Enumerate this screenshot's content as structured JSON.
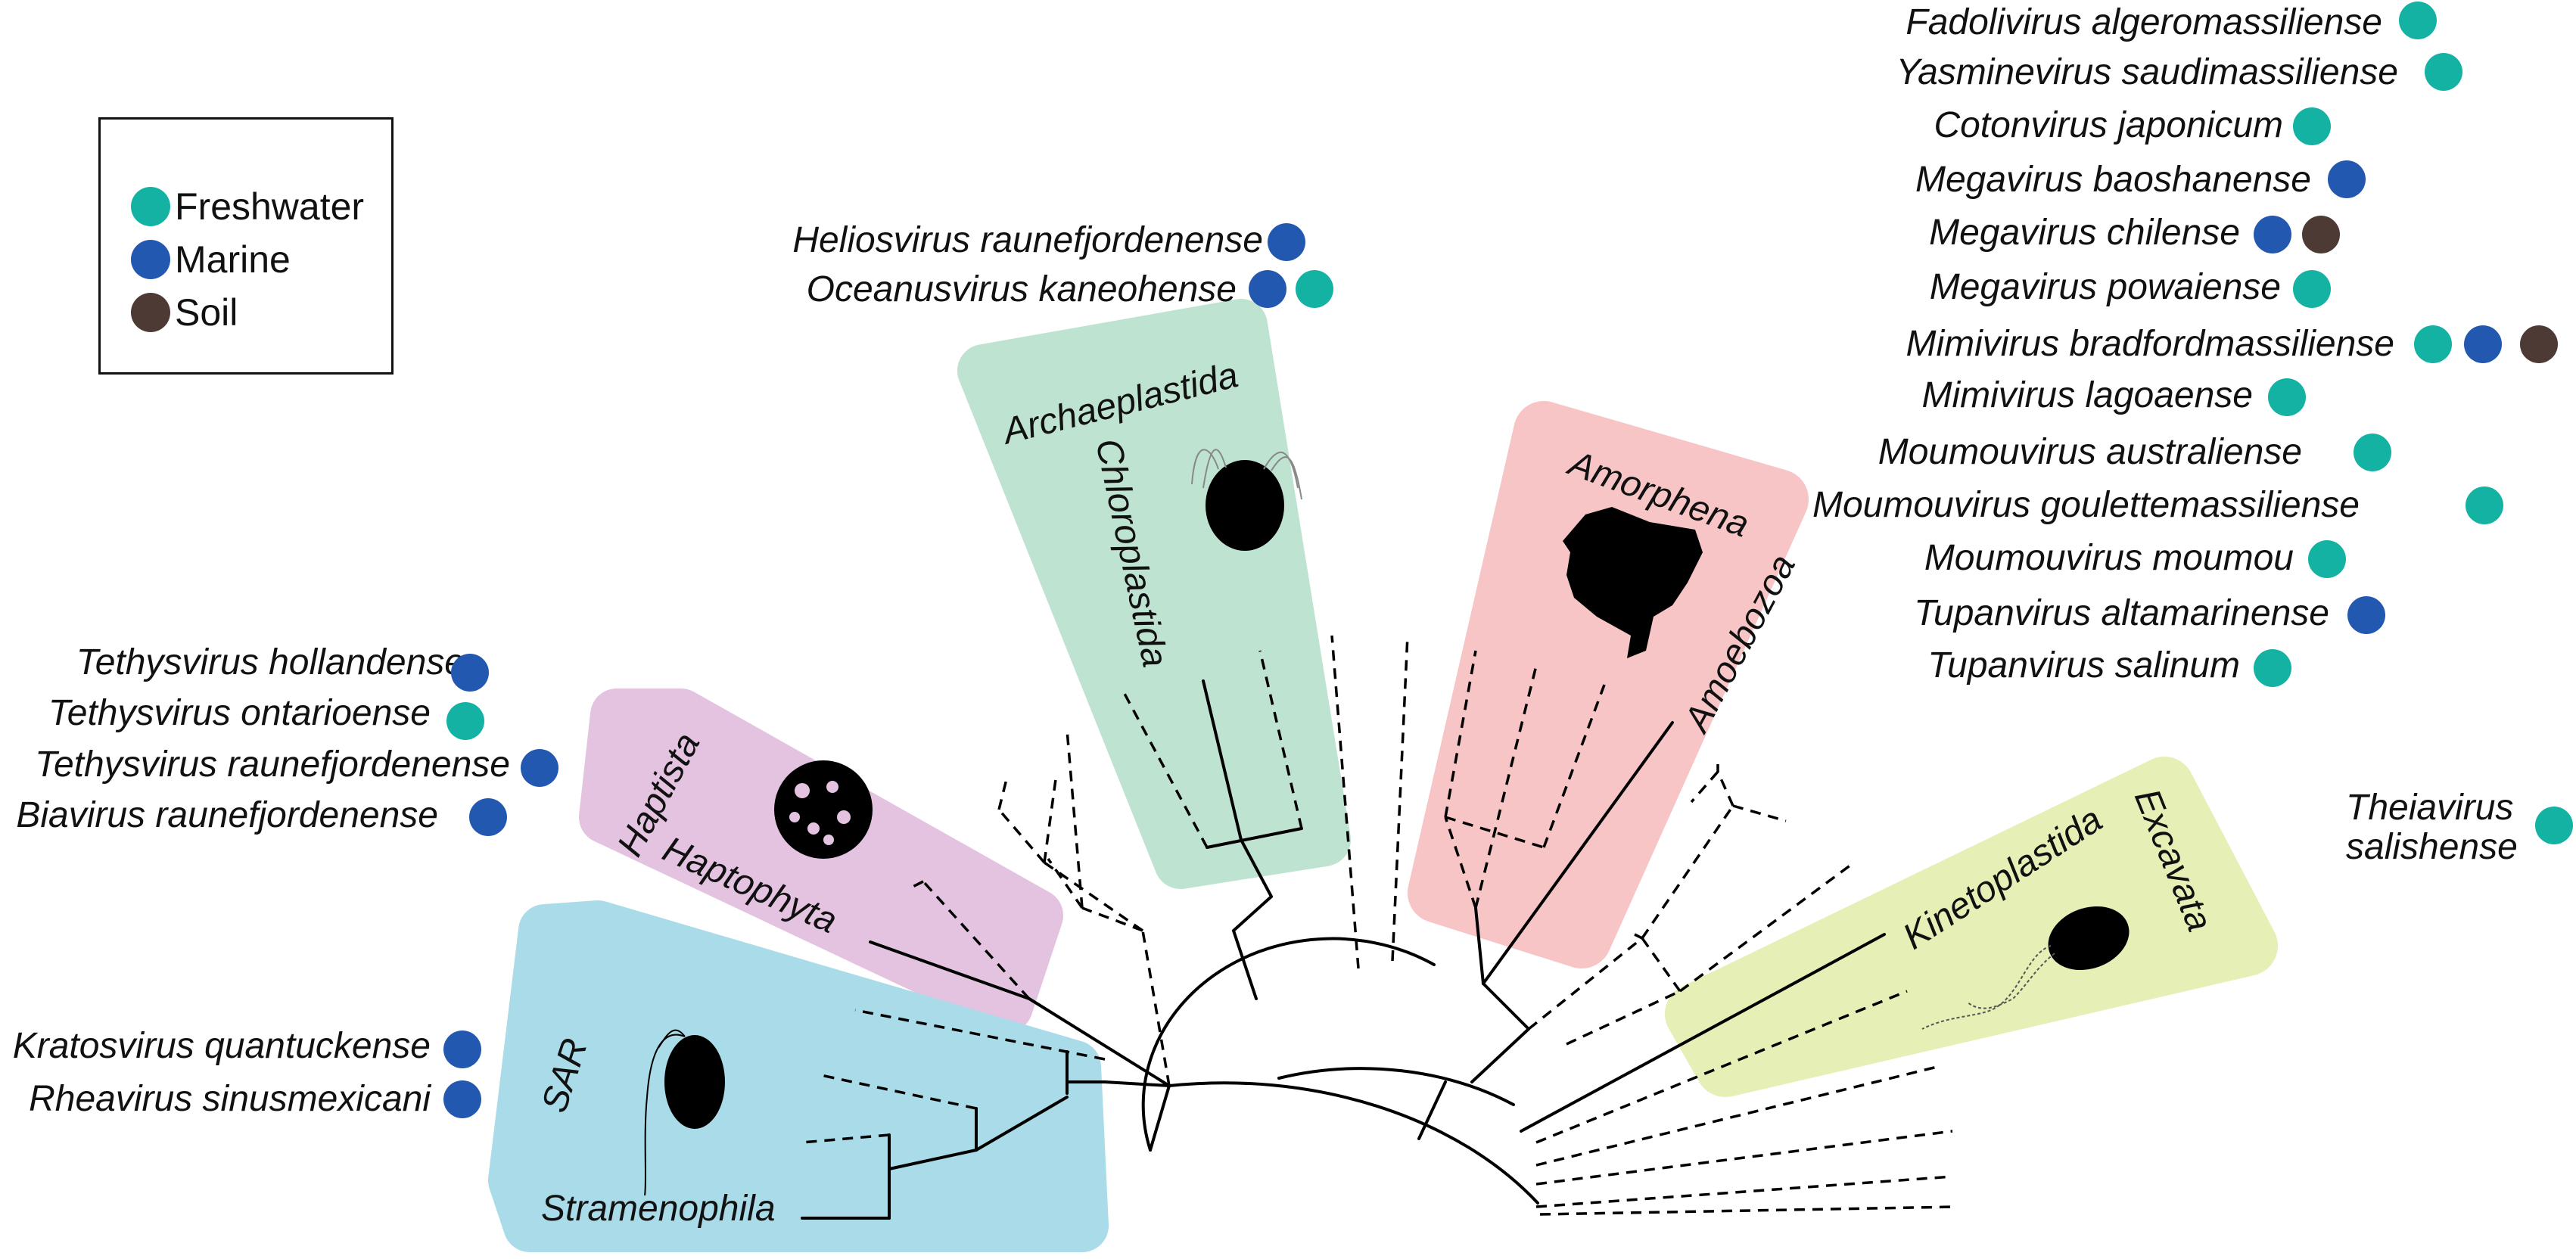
{
  "legend": {
    "items": [
      {
        "label": "Freshwater",
        "color": "#14b2a3"
      },
      {
        "label": "Marine",
        "color": "#2358b0"
      },
      {
        "label": "Soil",
        "color": "#4e3a34"
      }
    ]
  },
  "clades": {
    "archaeplastida": "Archaeplastida",
    "chloroplastida": "Chloroplastida",
    "amorphea": "Amorphena",
    "amoebozoa": "Amoebozoa",
    "haptista": "Haptista",
    "haptophyta": "Haptophyta",
    "sar": "SAR",
    "stramenophila": "Stramenophila",
    "excavata": "Excavata",
    "kinetoplastida": "Kinetoplastida"
  },
  "groups": {
    "haptophyta_viruses": [
      {
        "name": "Tethysvirus hollandense",
        "habitats": [
          "Marine"
        ]
      },
      {
        "name": "Tethysvirus ontarioense",
        "habitats": [
          "Freshwater"
        ]
      },
      {
        "name": "Tethysvirus raunefjordenense",
        "habitats": [
          "Marine"
        ]
      },
      {
        "name": "Biavirus raunefjordenense",
        "habitats": [
          "Marine"
        ]
      }
    ],
    "sar_viruses": [
      {
        "name": "Kratosvirus quantuckense",
        "habitats": [
          "Marine"
        ]
      },
      {
        "name": "Rheavirus sinusmexicani",
        "habitats": [
          "Marine"
        ]
      }
    ],
    "chloroplastida_viruses": [
      {
        "name": "Heliosvirus raunefjordenense",
        "habitats": [
          "Marine"
        ]
      },
      {
        "name": "Oceanusvirus kaneohense",
        "habitats": [
          "Marine",
          "Freshwater"
        ]
      }
    ],
    "amoebozoa_viruses": [
      {
        "name": "Fadolivirus algeromassiliense",
        "habitats": [
          "Freshwater"
        ]
      },
      {
        "name": "Yasminevirus saudimassiliense",
        "habitats": [
          "Freshwater"
        ]
      },
      {
        "name": "Cotonvirus japonicum",
        "habitats": [
          "Freshwater"
        ]
      },
      {
        "name": "Megavirus baoshanense",
        "habitats": [
          "Marine"
        ]
      },
      {
        "name": "Megavirus chilense",
        "habitats": [
          "Marine",
          "Soil"
        ]
      },
      {
        "name": "Megavirus powaiense",
        "habitats": [
          "Freshwater"
        ]
      },
      {
        "name": "Mimivirus bradfordmassiliense",
        "habitats": [
          "Freshwater",
          "Marine",
          "Soil"
        ]
      },
      {
        "name": "Mimivirus lagoaense",
        "habitats": [
          "Freshwater"
        ]
      },
      {
        "name": "Moumouvirus australiense",
        "habitats": [
          "Freshwater"
        ]
      },
      {
        "name": "Moumouvirus goulettemassiliense",
        "habitats": [
          "Freshwater"
        ]
      },
      {
        "name": "Moumouvirus moumou",
        "habitats": [
          "Freshwater"
        ]
      },
      {
        "name": "Tupanvirus altamarinense",
        "habitats": [
          "Marine"
        ]
      },
      {
        "name": "Tupanvirus salinum",
        "habitats": [
          "Freshwater"
        ]
      }
    ],
    "kinetoplastida_viruses": [
      {
        "name_line1": "Theiavirus",
        "name_line2": "salishense",
        "habitats": [
          "Freshwater"
        ]
      }
    ]
  },
  "colors": {
    "archaeplastida_bg": "#bfe3d1",
    "amorphea_bg": "#f7c5c5",
    "haptista_bg": "#e3c3e0",
    "sar_bg": "#a9dbe8",
    "excavata_bg": "#e6f0b6",
    "silhouette": "#000000",
    "branch": "#000000"
  }
}
